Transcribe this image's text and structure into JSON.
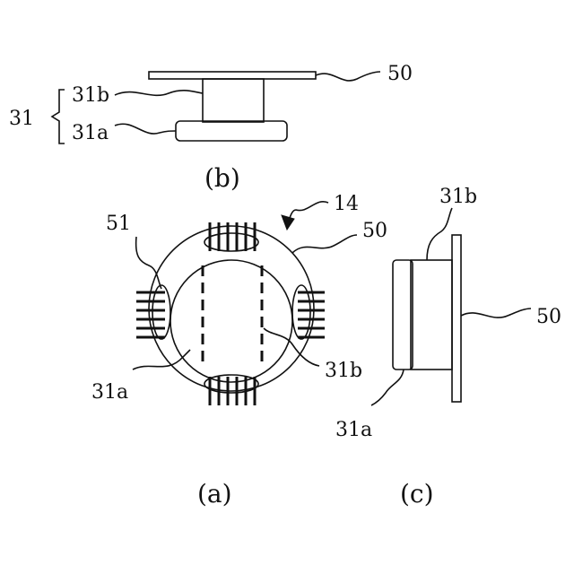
{
  "figure": {
    "captions": {
      "a": "(a)",
      "b": "(b)",
      "c": "(c)"
    },
    "labels": {
      "ref_31": "31",
      "ref_31a": "31a",
      "ref_31b": "31b",
      "ref_50": "50",
      "ref_51": "51",
      "ref_14": "14"
    }
  }
}
